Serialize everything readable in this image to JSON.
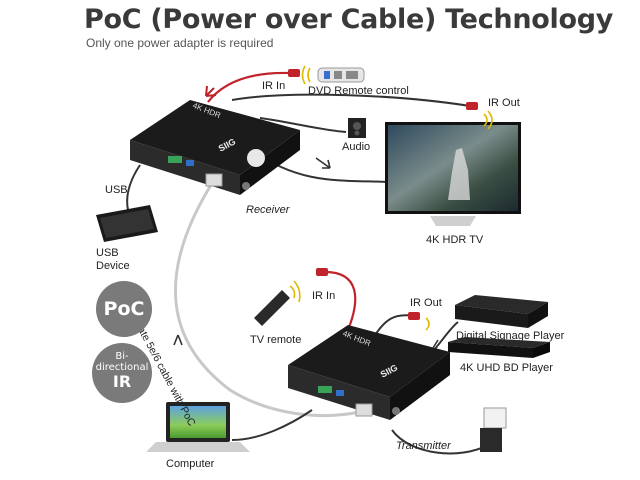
{
  "header": {
    "title": "PoC (Power over Cable) Technology",
    "subtitle": "Only one power adapter is required"
  },
  "labels": {
    "ir_in_top": "IR In",
    "dvd_remote": "DVD Remote control",
    "ir_out_top": "IR Out",
    "audio": "Audio",
    "usb": "USB",
    "usb_device": "USB\nDevice",
    "receiver": "Receiver",
    "tv": "4K HDR TV",
    "cable": "Cate 5e/6 cable with PoC",
    "ir_in_bottom": "IR In",
    "tv_remote": "TV remote",
    "ir_out_bottom": "IR Out",
    "signage": "Digital Signage Player",
    "bd_player": "4K UHD BD Player",
    "computer": "Computer",
    "transmitter": "Transmitter"
  },
  "device": {
    "brand": "SIIG",
    "model": "4K HDR"
  },
  "badges": {
    "poc": "PoC",
    "ir_line1": "Bi-",
    "ir_line2": "directional",
    "ir_line3": "IR"
  },
  "colors": {
    "ir_cable": "#c0232a",
    "cat_cable": "#c8c8c8",
    "badge": "#7a7a7a",
    "device_body": "#1b1b1b"
  }
}
